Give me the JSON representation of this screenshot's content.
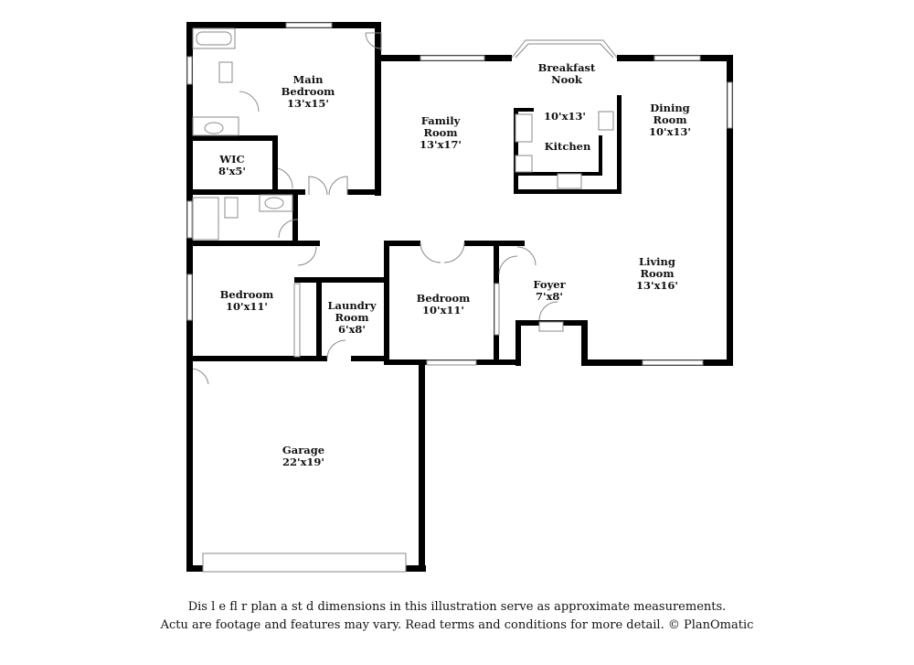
{
  "rooms": {
    "main_bedroom": {
      "name": "Main\nBedroom",
      "size": "13'x15'"
    },
    "wic": {
      "name": "WIC",
      "size": "8'x5'"
    },
    "family_room": {
      "name": "Family\nRoom",
      "size": "13'x17'"
    },
    "breakfast_nook": {
      "name": "Breakfast\nNook"
    },
    "kitchen": {
      "name": "Kitchen",
      "size": "10'x13'"
    },
    "dining_room": {
      "name": "Dining\nRoom",
      "size": "10'x13'"
    },
    "bedroom_left": {
      "name": "Bedroom",
      "size": "10'x11'"
    },
    "laundry_room": {
      "name": "Laundry\nRoom",
      "size": "6'x8'"
    },
    "bedroom_center": {
      "name": "Bedroom",
      "size": "10'x11'"
    },
    "foyer": {
      "name": "Foyer",
      "size": "7'x8'"
    },
    "living_room": {
      "name": "Living\nRoom",
      "size": "13'x16'"
    },
    "garage": {
      "name": "Garage",
      "size": "22'x19'"
    }
  },
  "disclaimer": {
    "line1": "Dis    l   e fl  r plan a   st   d dimensions in this illustration serve as approximate measurements.",
    "line2": "Actu     are footage and features may vary. Read terms and conditions for more detail. © PlanOmatic"
  }
}
